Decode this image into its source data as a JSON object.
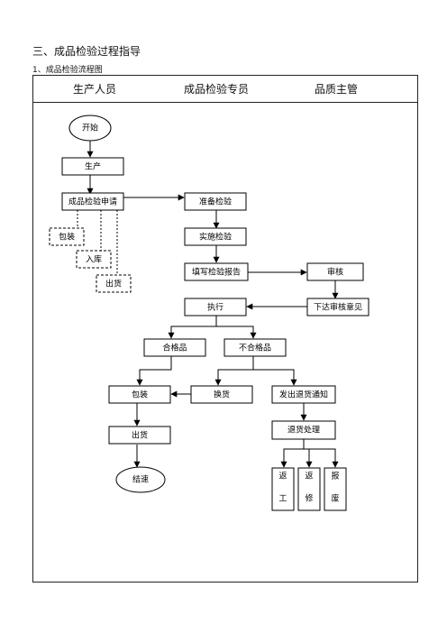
{
  "section_title": "三、成品检验过程指导",
  "subsection_title": "1、成品检验流程图",
  "columns": {
    "production": "生产人员",
    "inspector": "成品检验专员",
    "quality_manager": "品质主管"
  },
  "nodes": {
    "start": "开始",
    "produce": "生产",
    "apply_inspection": "成品检验申请",
    "packing_dashed": "包装",
    "warehousing": "入库",
    "shipping_dashed": "出货",
    "prepare_inspection": "准备检验",
    "perform_inspection": "实施检验",
    "fill_report": "填写检验报告",
    "review": "审核",
    "issue_opinion": "下达审核意见",
    "execute": "执行",
    "qualified": "合格品",
    "unqualified": "不合格品",
    "packing": "包装",
    "exchange": "换货",
    "return_notice": "发出退货通知",
    "shipping": "出货",
    "return_handling": "退货处理",
    "end": "结速",
    "rework_1": "返",
    "rework_2": "工",
    "repair_1": "返",
    "repair_2": "修",
    "scrap_1": "报",
    "scrap_2": "废"
  }
}
